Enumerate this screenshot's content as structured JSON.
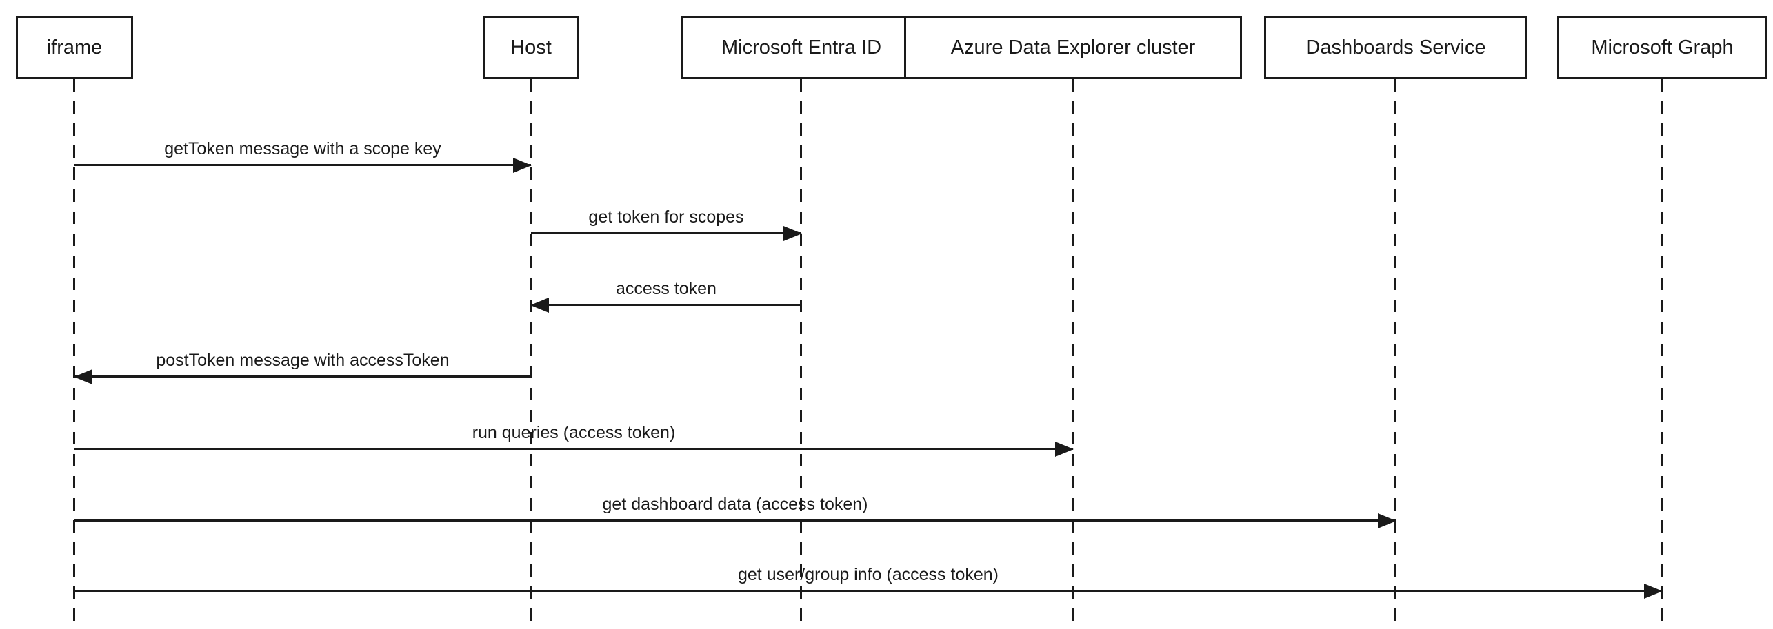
{
  "diagram": {
    "type": "sequence-diagram",
    "colors": {
      "line": "#1a1a1a",
      "background": "#ffffff"
    },
    "actors": [
      {
        "label": "iframe"
      },
      {
        "label": "Host"
      },
      {
        "label": "Microsoft Entra ID"
      },
      {
        "label": "Azure Data Explorer cluster"
      },
      {
        "label": "Dashboards Service"
      },
      {
        "label": "Microsoft Graph"
      }
    ],
    "messages": [
      {
        "from": "iframe",
        "to": "Host",
        "direction": "right",
        "label": "getToken message with a scope key"
      },
      {
        "from": "Host",
        "to": "Microsoft Entra ID",
        "direction": "right",
        "label": "get token for scopes"
      },
      {
        "from": "Microsoft Entra ID",
        "to": "Host",
        "direction": "left",
        "label": "access token"
      },
      {
        "from": "Host",
        "to": "iframe",
        "direction": "left",
        "label": "postToken message with accessToken"
      },
      {
        "from": "iframe",
        "to": "Azure Data Explorer cluster",
        "direction": "right",
        "label": "run queries (access token)"
      },
      {
        "from": "iframe",
        "to": "Dashboards Service",
        "direction": "right",
        "label": "get dashboard data (access token)"
      },
      {
        "from": "iframe",
        "to": "Microsoft Graph",
        "direction": "right",
        "label": "get user/group info (access token)"
      }
    ]
  }
}
